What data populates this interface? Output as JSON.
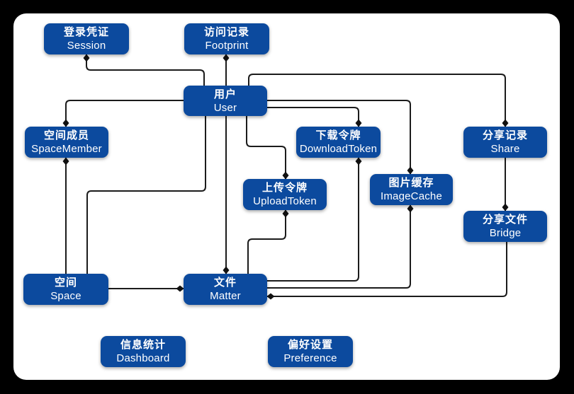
{
  "colors": {
    "background": "#000000",
    "canvas": "#ffffff",
    "node_fill": "#0c4a9e",
    "node_text": "#ffffff",
    "edge_line": "#1b1b1b",
    "diamond": "#111111"
  },
  "nodes": {
    "session": {
      "zh": "登录凭证",
      "en": "Session"
    },
    "footprint": {
      "zh": "访问记录",
      "en": "Footprint"
    },
    "user": {
      "zh": "用户",
      "en": "User"
    },
    "space_member": {
      "zh": "空间成员",
      "en": "SpaceMember"
    },
    "download_token": {
      "zh": "下载令牌",
      "en": "DownloadToken"
    },
    "share": {
      "zh": "分享记录",
      "en": "Share"
    },
    "upload_token": {
      "zh": "上传令牌",
      "en": "UploadToken"
    },
    "image_cache": {
      "zh": "图片缓存",
      "en": "ImageCache"
    },
    "bridge": {
      "zh": "分享文件",
      "en": "Bridge"
    },
    "space": {
      "zh": "空间",
      "en": "Space"
    },
    "matter": {
      "zh": "文件",
      "en": "Matter"
    },
    "dashboard": {
      "zh": "信息统计",
      "en": "Dashboard"
    },
    "preference": {
      "zh": "偏好设置",
      "en": "Preference"
    }
  },
  "edges": [
    {
      "from": "session",
      "to": "user",
      "diamond_at": "session"
    },
    {
      "from": "footprint",
      "to": "user",
      "diamond_at": "footprint"
    },
    {
      "from": "user",
      "to": "space_member",
      "diamond_at": "space_member"
    },
    {
      "from": "space_member",
      "to": "space",
      "diamond_at": "space_member"
    },
    {
      "from": "user",
      "to": "space",
      "diamond_at": "none"
    },
    {
      "from": "user",
      "to": "matter",
      "diamond_at": "matter"
    },
    {
      "from": "user",
      "to": "upload_token",
      "diamond_at": "upload_token"
    },
    {
      "from": "upload_token",
      "to": "matter",
      "diamond_at": "upload_token"
    },
    {
      "from": "user",
      "to": "download_token",
      "diamond_at": "download_token"
    },
    {
      "from": "download_token",
      "to": "matter",
      "diamond_at": "download_token"
    },
    {
      "from": "user",
      "to": "image_cache",
      "diamond_at": "image_cache"
    },
    {
      "from": "image_cache",
      "to": "matter",
      "diamond_at": "image_cache"
    },
    {
      "from": "user",
      "to": "share",
      "diamond_at": "share"
    },
    {
      "from": "share",
      "to": "bridge",
      "diamond_at": "bridge"
    },
    {
      "from": "bridge",
      "to": "matter",
      "diamond_at": "matter"
    },
    {
      "from": "space",
      "to": "matter",
      "diamond_at": "matter"
    }
  ]
}
